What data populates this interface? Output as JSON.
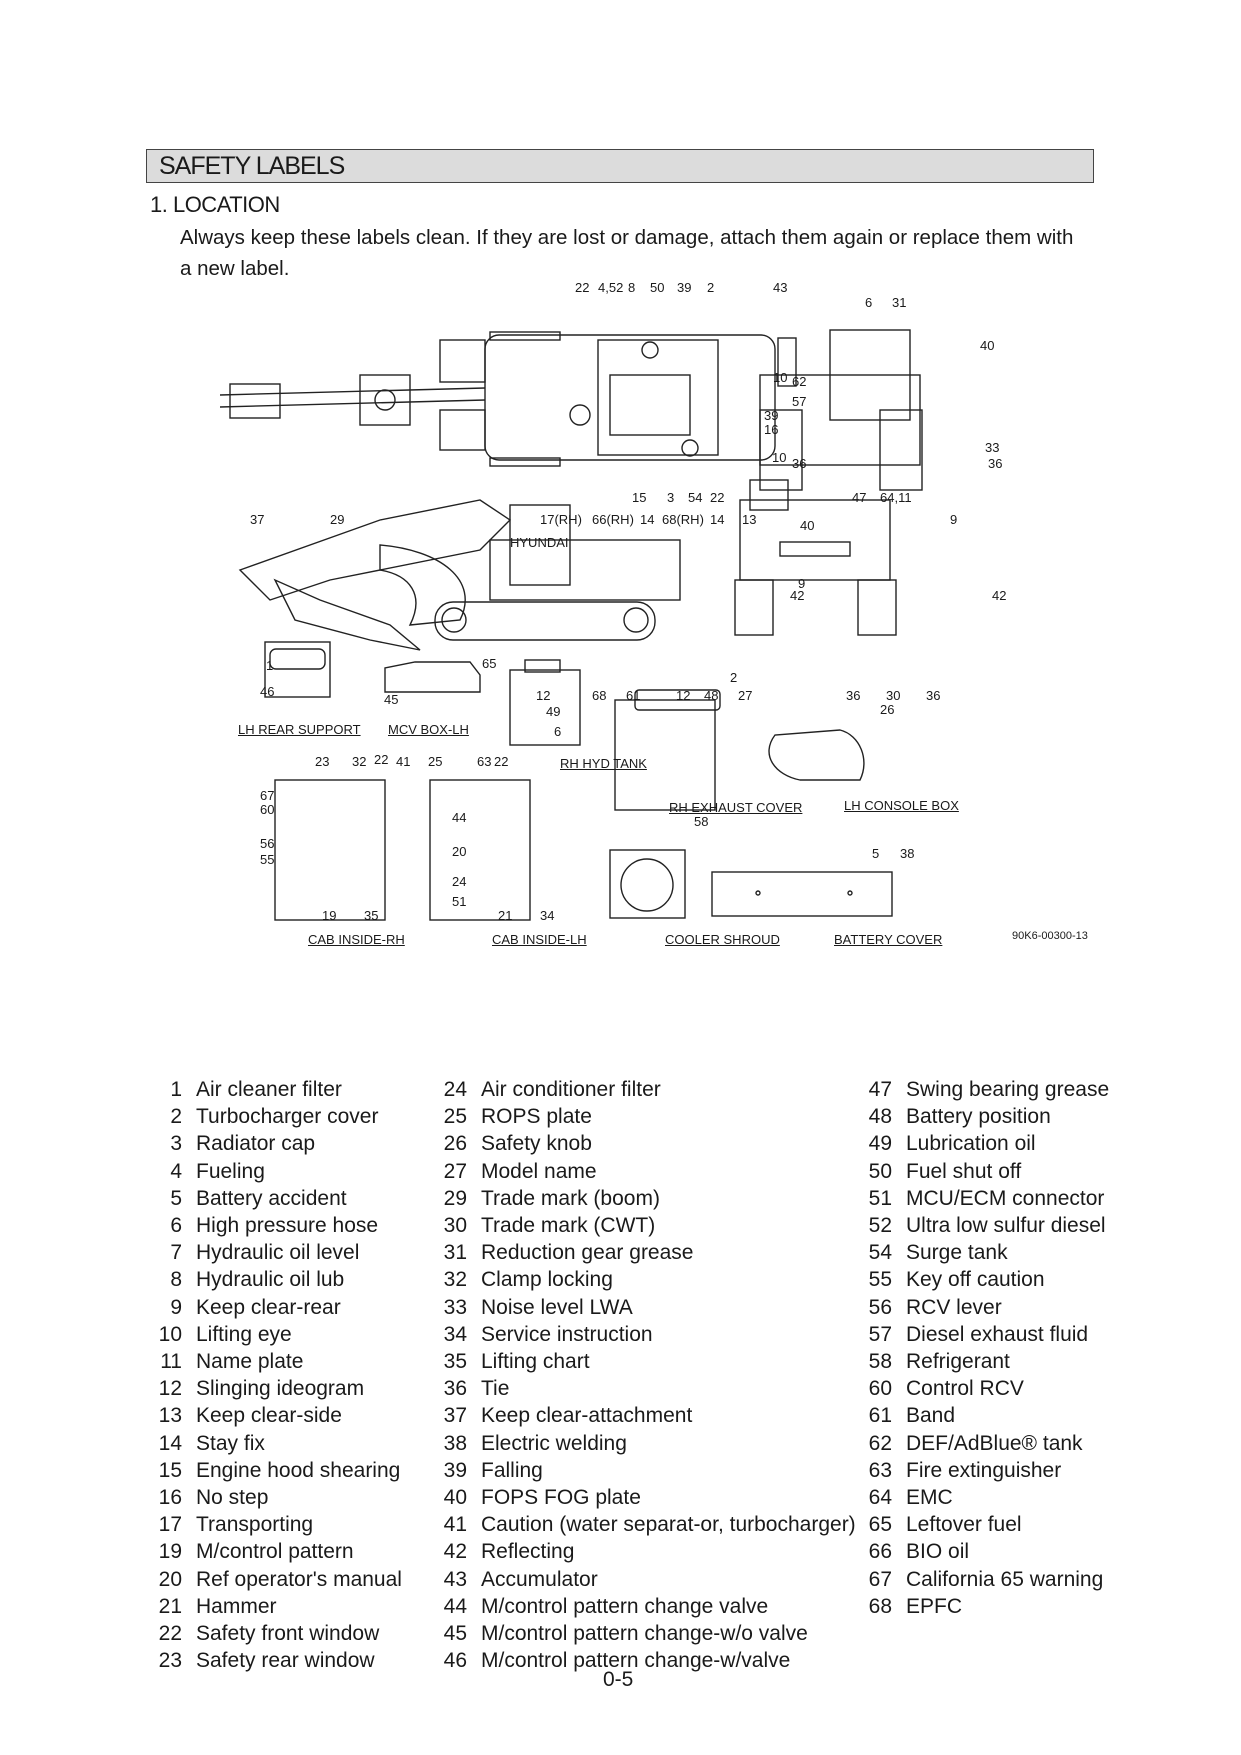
{
  "section_title": "SAFETY LABELS",
  "subsection_title": "1. LOCATION",
  "intro_text": "Always keep these labels clean.  If they are lost or damage, attach them again or replace them with a new label.",
  "figure": {
    "drawing_code": "90K6-00300-13",
    "captions": [
      "LH REAR SUPPORT",
      "MCV BOX-LH",
      "RH HYD TANK",
      "RH EXHAUST COVER",
      "LH CONSOLE BOX",
      "CAB INSIDE-RH",
      "CAB INSIDE-LH",
      "COOLER SHROUD",
      "BATTERY COVER"
    ],
    "callouts_top": [
      "22",
      "4,52",
      "8",
      "50",
      "39",
      "2",
      "43",
      "6",
      "31",
      "40",
      "10",
      "62",
      "57",
      "39",
      "16",
      "33",
      "10",
      "36",
      "36",
      "15",
      "3",
      "54",
      "22",
      "47",
      "64,11"
    ],
    "callouts_side": [
      "37",
      "29",
      "17(RH)",
      "66(RH)",
      "14",
      "68(RH)",
      "14",
      "13",
      "40",
      "9",
      "9",
      "42",
      "42",
      "12",
      "68",
      "61",
      "12",
      "48",
      "27",
      "36",
      "30",
      "36"
    ],
    "callouts_detail": [
      "1",
      "46",
      "45",
      "65",
      "49",
      "6",
      "2",
      "26",
      "23",
      "32",
      "22",
      "41",
      "25",
      "63",
      "22",
      "67",
      "60",
      "56",
      "55",
      "44",
      "20",
      "24",
      "51",
      "19",
      "35",
      "21",
      "34",
      "58",
      "5",
      "38"
    ],
    "logo_text": "HYUNDAI"
  },
  "legend_col1": [
    {
      "num": "1",
      "label": "Air cleaner filter"
    },
    {
      "num": "2",
      "label": "Turbocharger cover"
    },
    {
      "num": "3",
      "label": "Radiator cap"
    },
    {
      "num": "4",
      "label": "Fueling"
    },
    {
      "num": "5",
      "label": "Battery accident"
    },
    {
      "num": "6",
      "label": "High pressure hose"
    },
    {
      "num": "7",
      "label": "Hydraulic oil level"
    },
    {
      "num": "8",
      "label": "Hydraulic oil lub"
    },
    {
      "num": "9",
      "label": "Keep clear-rear"
    },
    {
      "num": "10",
      "label": "Lifting eye"
    },
    {
      "num": "11",
      "label": "Name plate"
    },
    {
      "num": "12",
      "label": "Slinging ideogram"
    },
    {
      "num": "13",
      "label": "Keep clear-side"
    },
    {
      "num": "14",
      "label": "Stay fix"
    },
    {
      "num": "15",
      "label": "Engine hood shearing"
    },
    {
      "num": "16",
      "label": "No step"
    },
    {
      "num": "17",
      "label": "Transporting"
    },
    {
      "num": "19",
      "label": "M/control pattern"
    },
    {
      "num": "20",
      "label": "Ref operator's manual"
    },
    {
      "num": "21",
      "label": "Hammer"
    },
    {
      "num": "22",
      "label": "Safety front window"
    },
    {
      "num": "23",
      "label": "Safety rear window"
    }
  ],
  "legend_col2": [
    {
      "num": "24",
      "label": "Air conditioner filter"
    },
    {
      "num": "25",
      "label": "ROPS plate"
    },
    {
      "num": "26",
      "label": "Safety knob"
    },
    {
      "num": "27",
      "label": "Model name"
    },
    {
      "num": "29",
      "label": "Trade mark (boom)"
    },
    {
      "num": "30",
      "label": "Trade mark (CWT)"
    },
    {
      "num": "31",
      "label": "Reduction gear grease"
    },
    {
      "num": "32",
      "label": "Clamp locking"
    },
    {
      "num": "33",
      "label": "Noise level LWA"
    },
    {
      "num": "34",
      "label": "Service instruction"
    },
    {
      "num": "35",
      "label": "Lifting chart"
    },
    {
      "num": "36",
      "label": "Tie"
    },
    {
      "num": "37",
      "label": "Keep clear-attachment"
    },
    {
      "num": "38",
      "label": "Electric welding"
    },
    {
      "num": "39",
      "label": "Falling"
    },
    {
      "num": "40",
      "label": "FOPS FOG plate"
    },
    {
      "num": "41",
      "label": "Caution (water separat-or, turbocharger)"
    },
    {
      "num": "42",
      "label": "Reflecting"
    },
    {
      "num": "43",
      "label": "Accumulator"
    },
    {
      "num": "44",
      "label": "M/control pattern change valve"
    },
    {
      "num": "45",
      "label": "M/control pattern change-w/o valve"
    },
    {
      "num": "46",
      "label": "M/control pattern change-w/valve"
    }
  ],
  "legend_col3": [
    {
      "num": "47",
      "label": "Swing bearing grease"
    },
    {
      "num": "48",
      "label": "Battery position"
    },
    {
      "num": "49",
      "label": "Lubrication oil"
    },
    {
      "num": "50",
      "label": "Fuel shut off"
    },
    {
      "num": "51",
      "label": "MCU/ECM connector"
    },
    {
      "num": "52",
      "label": "Ultra low sulfur diesel"
    },
    {
      "num": "54",
      "label": "Surge tank"
    },
    {
      "num": "55",
      "label": "Key off caution"
    },
    {
      "num": "56",
      "label": "RCV lever"
    },
    {
      "num": "57",
      "label": "Diesel exhaust fluid"
    },
    {
      "num": "58",
      "label": "Refrigerant"
    },
    {
      "num": "60",
      "label": "Control RCV"
    },
    {
      "num": "61",
      "label": "Band"
    },
    {
      "num": "62",
      "label": "DEF/AdBlue® tank"
    },
    {
      "num": "63",
      "label": "Fire extinguisher"
    },
    {
      "num": "64",
      "label": "EMC"
    },
    {
      "num": "65",
      "label": "Leftover fuel"
    },
    {
      "num": "66",
      "label": "BIO oil"
    },
    {
      "num": "67",
      "label": "California 65 warning"
    },
    {
      "num": "68",
      "label": "EPFC"
    }
  ],
  "page_number": "0-5"
}
